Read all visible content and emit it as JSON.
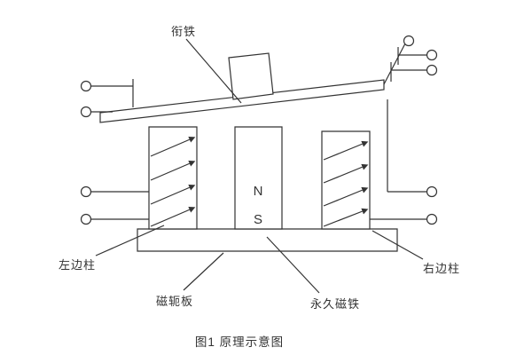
{
  "figure": {
    "caption": "图1  原理示意图",
    "labels": {
      "armature": "衔铁",
      "left_column": "左边柱",
      "yoke_plate": "磁轭板",
      "permanent_magnet": "永久磁铁",
      "right_column": "右边柱"
    },
    "magnet_poles": {
      "north": "N",
      "south": "S"
    },
    "colors": {
      "line": "#333333",
      "background": "#ffffff",
      "text": "#333333"
    }
  }
}
